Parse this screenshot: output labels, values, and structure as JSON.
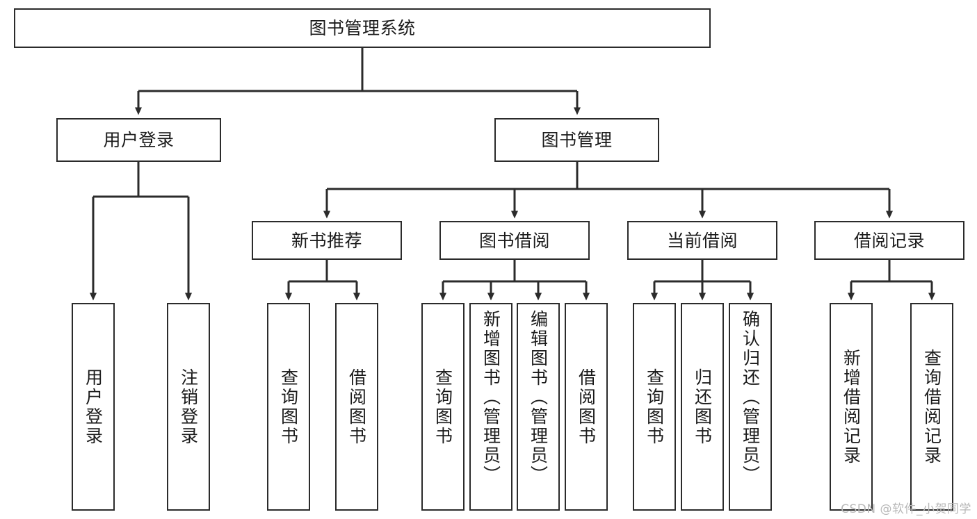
{
  "diagram": {
    "title": "图书管理系统",
    "type": "tree-hierarchy",
    "root": {
      "label": "图书管理系统"
    },
    "level2": [
      {
        "label": "用户登录"
      },
      {
        "label": "图书管理"
      }
    ],
    "level3": [
      {
        "label": "新书推荐"
      },
      {
        "label": "图书借阅"
      },
      {
        "label": "当前借阅"
      },
      {
        "label": "借阅记录"
      }
    ],
    "leaves": {
      "user_login": [
        {
          "label": "用户登录"
        },
        {
          "label": "注销登录"
        }
      ],
      "new_book_recommend": [
        {
          "label": "查询图书"
        },
        {
          "label": "借阅图书"
        }
      ],
      "book_borrow": [
        {
          "label": "查询图书"
        },
        {
          "label": "新增图书（管理员）"
        },
        {
          "label": "编辑图书（管理员）"
        },
        {
          "label": "借阅图书"
        }
      ],
      "current_borrow": [
        {
          "label": "查询图书"
        },
        {
          "label": "归还图书"
        },
        {
          "label": "确认归还（管理员）"
        }
      ],
      "borrow_record": [
        {
          "label": "新增借阅记录"
        },
        {
          "label": "查询借阅记录"
        }
      ]
    }
  },
  "watermark": {
    "text": "CSDN @软件_小贺同学"
  },
  "colors": {
    "stroke": "#2b2b2b",
    "fill": "#ffffff",
    "text": "#1b1b1b",
    "watermark": "#b8b8b8"
  }
}
